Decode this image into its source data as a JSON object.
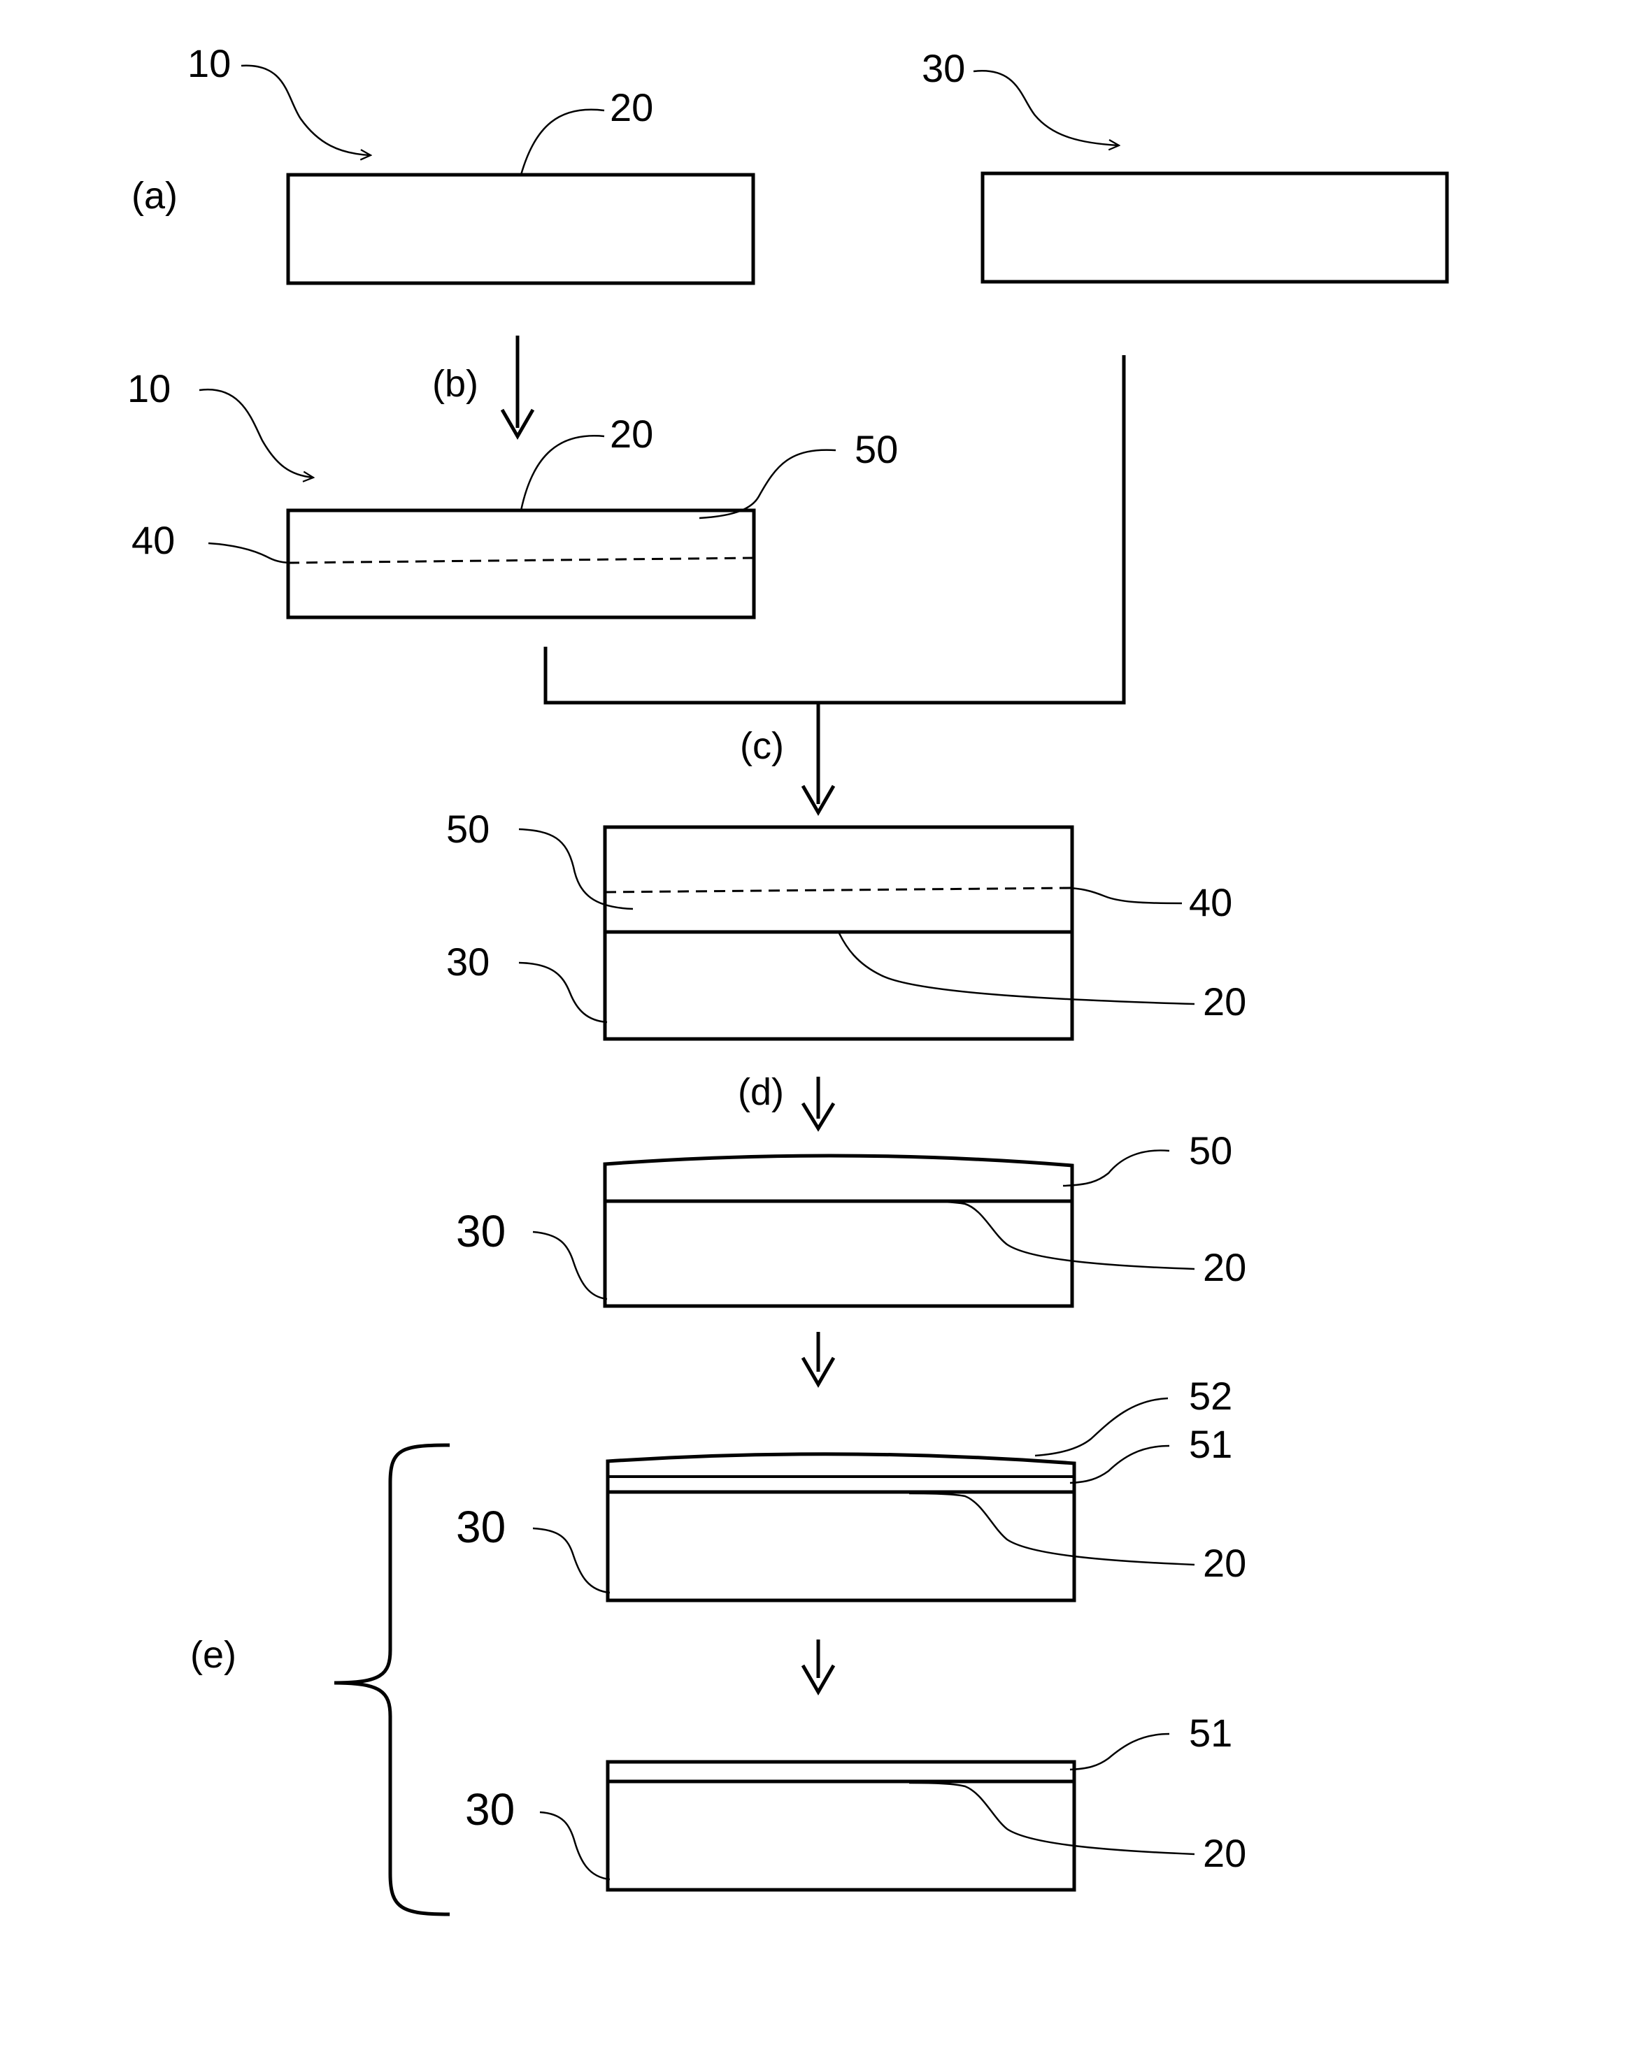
{
  "colors": {
    "ink": "#000000",
    "background": "#ffffff"
  },
  "steps": {
    "a": "(a)",
    "b": "(b)",
    "c": "(c)",
    "d": "(d)",
    "e": "(e)"
  },
  "step_a": {
    "donor_ref": "10",
    "donor_surface_ref": "20",
    "support_ref": "30"
  },
  "step_b": {
    "donor_ref": "10",
    "surface_ref": "20",
    "thin_layer_ref": "50",
    "weakened_plane_ref": "40"
  },
  "step_c": {
    "thin_layer_ref": "50",
    "weakened_plane_ref": "40",
    "support_ref": "30",
    "interface_ref": "20"
  },
  "step_d": {
    "thin_layer_ref": "50",
    "support_ref": "30",
    "interface_ref": "20"
  },
  "step_e1": {
    "upper_layer_ref": "52",
    "lower_layer_ref": "51",
    "support_ref": "30",
    "interface_ref": "20"
  },
  "step_e2": {
    "layer_ref": "51",
    "support_ref": "30",
    "interface_ref": "20"
  }
}
